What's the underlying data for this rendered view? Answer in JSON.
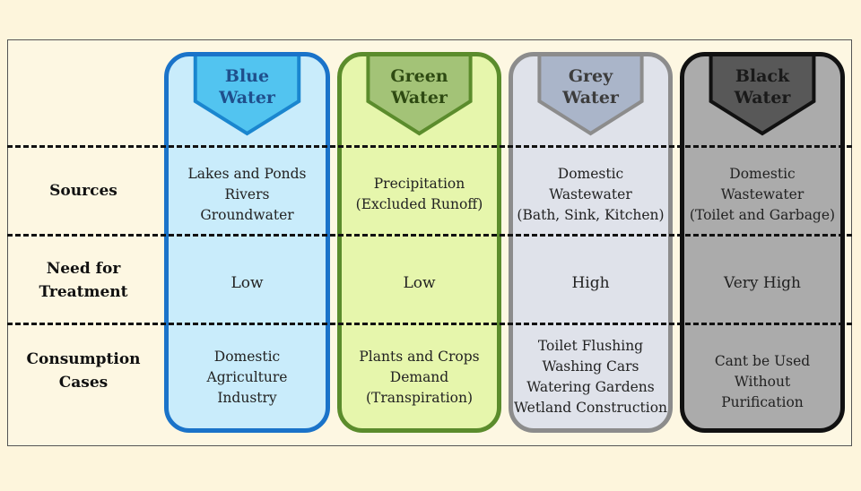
{
  "rows": {
    "sources": "Sources",
    "treatment": [
      "Need for",
      "Treatment"
    ],
    "consumption": [
      "Consumption",
      "Cases"
    ]
  },
  "columns": [
    {
      "title": [
        "Blue",
        "Water"
      ],
      "sources": [
        "Lakes and Ponds",
        "Rivers",
        "Groundwater"
      ],
      "treatment": "Low",
      "consumption": [
        "Domestic",
        "Agriculture",
        "Industry"
      ],
      "colors": {
        "border": "#1a73c9",
        "fill": "#c9ecfb",
        "tag": "#52c4f0",
        "tagBorder": "#1a86cf",
        "text": "#1f4f8c"
      }
    },
    {
      "title": [
        "Green",
        "Water"
      ],
      "sources": [
        "Precipitation",
        "(Excluded Runoff)"
      ],
      "treatment": "Low",
      "consumption": [
        "Plants and Crops",
        "Demand",
        "(Transpiration)"
      ],
      "colors": {
        "border": "#5b8c2c",
        "fill": "#e6f6ac",
        "tag": "#a3c377",
        "tagBorder": "#5b8c2c",
        "text": "#2e4a12"
      }
    },
    {
      "title": [
        "Grey",
        "Water"
      ],
      "sources": [
        "Domestic",
        "Wastewater",
        "(Bath, Sink, Kitchen)"
      ],
      "treatment": "High",
      "consumption": [
        "Toilet Flushing",
        "Washing Cars",
        "Watering Gardens",
        "Wetland Construction"
      ],
      "colors": {
        "border": "#8c8c8c",
        "fill": "#dfe2ea",
        "tag": "#aab5c9",
        "tagBorder": "#8c8c8c",
        "text": "#3c3c3c"
      }
    },
    {
      "title": [
        "Black",
        "Water"
      ],
      "sources": [
        "Domestic",
        "Wastewater",
        "(Toilet and Garbage)"
      ],
      "treatment": "Very High",
      "consumption": [
        "Cant be Used",
        "Without",
        "Purification"
      ],
      "colors": {
        "border": "#111111",
        "fill": "#ababab",
        "tag": "#585858",
        "tagBorder": "#111111",
        "text": "#1a1a1a"
      }
    }
  ]
}
